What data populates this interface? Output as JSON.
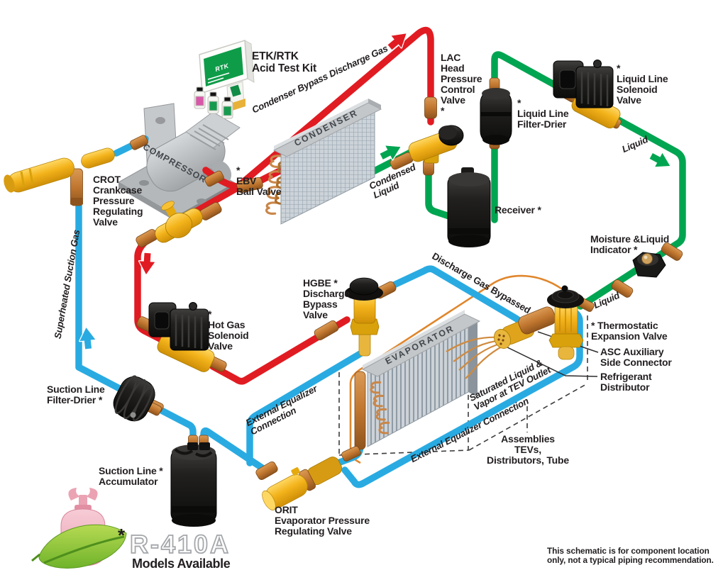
{
  "colors": {
    "hot_gas_red": "#e11b22",
    "suction_blue": "#29abe2",
    "liquid_green": "#00a551",
    "valve_gold": "#f3b31b",
    "fitting_copper": "#c0762f",
    "equalizer_orange": "#e0862c",
    "component_black": "#1d1c1a",
    "machine_gray": "#b9bdc0",
    "kit_green": "#0f9c49",
    "tank_pink": "#f0b4c2",
    "leaf_green": "#7ab82e",
    "text": "#231f20"
  },
  "labels": {
    "kit": "ETK/RTK\nAcid Test Kit",
    "kit_box": "RTK",
    "bypass": "Condenser Bypass Discharge Gas",
    "condenser": "CONDENSER",
    "compressor": "COMPRESSOR",
    "evaporator": "EVAPORATOR",
    "crot": "CROT\nCrankcase\nPressure\nRegulating\nValve",
    "ebv": "*\nEBV\nBall Valve",
    "suction_gas": "Superheated Suction Gas",
    "lac": "LAC\nHead\nPressure\nControl\nValve\n*",
    "liquid_filter_drier": "*\nLiquid Line\nFilter-Drier",
    "liquid_solenoid": "*\nLiquid Line\nSolenoid\nValve",
    "liquid_top": "Liquid",
    "condensed_liquid": "Condensed\nLiquid",
    "receiver": "Receiver *",
    "moisture_indicator": "Moisture &Liquid\nIndicator *",
    "liquid_mid": "Liquid",
    "tev": "* Thermostatic\nExpansion Valve",
    "asc": "ASC Auxiliary\nSide Connector",
    "distributor": "Refrigerant\nDistributor",
    "discharge_bypassed": "Discharge Gas Bypassed",
    "hgbe": "HGBE *\nDischarge\nBypass\nValve",
    "hot_gas_solenoid": "*\nHot Gas\nSolenoid\nValve",
    "saturated": "Saturated Liquid &\nVapor at TEV Outlet",
    "equalizer_left": "External Equalizer\nConnection",
    "equalizer_bottom": "External Equalizer Connection",
    "assemblies": "Assemblies\nTEVs,\nDistributors, Tube",
    "suction_filter_drier": "Suction Line\nFilter-Drier *",
    "accumulator": "Suction Line *\nAccumulator",
    "orit": "ORIT\nEvaporator Pressure\nRegulating Valve",
    "badge_asterisk": "*",
    "badge_model": "R-410A",
    "badge_caption": "Models Available",
    "note": "This schematic is for component location\nonly, not a typical piping recommendation."
  }
}
